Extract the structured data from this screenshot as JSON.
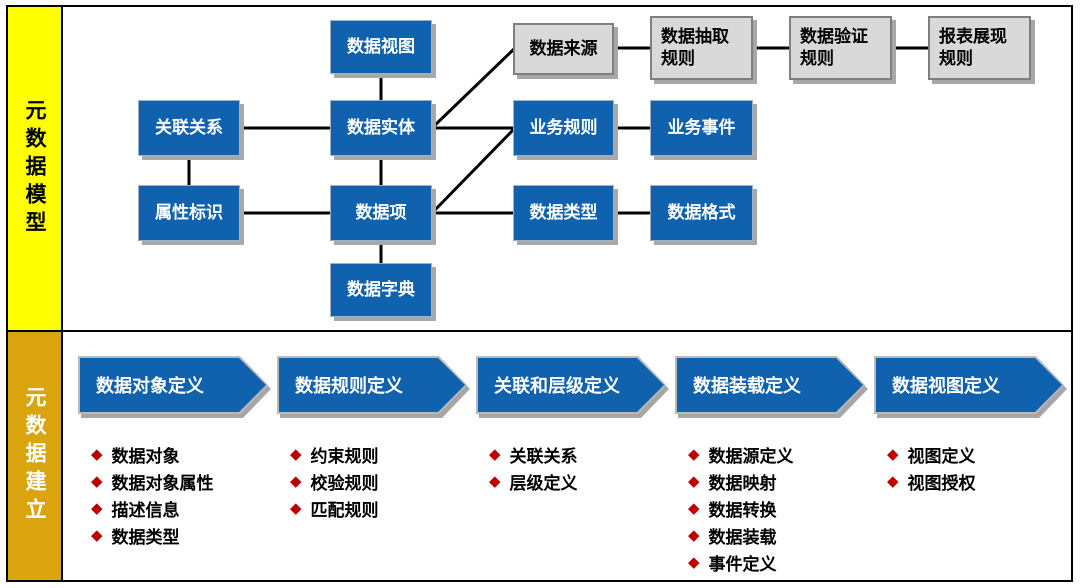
{
  "colors": {
    "node_blue": "#1062AE",
    "node_gray_fill": "#D9D9D9",
    "node_gray_border": "#7F7F7F",
    "sidebar_yellow": "#FFFF00",
    "sidebar_gold": "#D9A40D",
    "bullet_red": "#C00000",
    "connector": "#000000",
    "shadow_gray": "#A8A8A8"
  },
  "sidebar_top": {
    "label": "元数据模型"
  },
  "sidebar_bottom": {
    "label": "元数据建立"
  },
  "model": {
    "boxes": [
      {
        "label": "数据视图"
      },
      {
        "label": "关联关系"
      },
      {
        "label": "数据实体"
      },
      {
        "label": "属性标识"
      },
      {
        "label": "数据项"
      },
      {
        "label": "数据字典"
      },
      {
        "label": "数据来源"
      },
      {
        "label": "数据抽取规则"
      },
      {
        "label": "数据验证规则"
      },
      {
        "label": "报表展现规则"
      },
      {
        "label": "业务规则"
      },
      {
        "label": "业务事件"
      },
      {
        "label": "数据类型"
      },
      {
        "label": "数据格式"
      }
    ]
  },
  "process": {
    "bullet": "◆",
    "steps": [
      {
        "label": "数据对象定义",
        "items": [
          "数据对象",
          "数据对象属性",
          "描述信息",
          "数据类型"
        ]
      },
      {
        "label": "数据规则定义",
        "items": [
          "约束规则",
          "校验规则",
          "匹配规则"
        ]
      },
      {
        "label": "关联和层级定义",
        "items": [
          "关联关系",
          "层级定义"
        ]
      },
      {
        "label": "数据装载定义",
        "items": [
          "数据源定义",
          "数据映射",
          "数据转换",
          "数据装载",
          "事件定义"
        ]
      },
      {
        "label": "数据视图定义",
        "items": [
          "视图定义",
          "视图授权"
        ]
      }
    ]
  }
}
